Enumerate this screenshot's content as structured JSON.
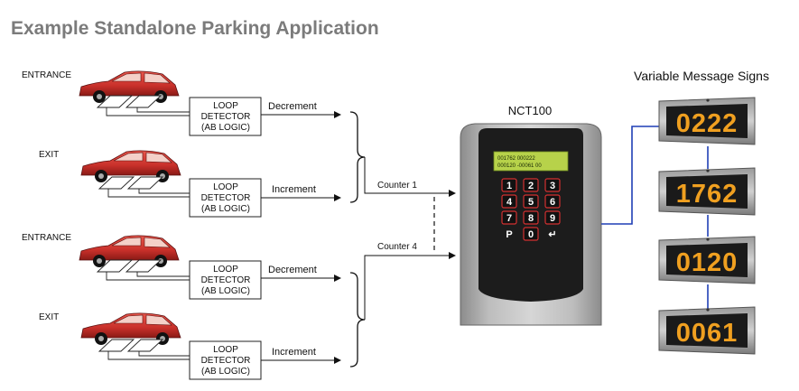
{
  "title": "Example Standalone Parking Application",
  "lanes": [
    {
      "lane_label": "ENTRANCE",
      "detector": [
        "LOOP",
        "DETECTOR",
        "(AB LOGIC)"
      ],
      "action": "Decrement"
    },
    {
      "lane_label": "EXIT",
      "detector": [
        "LOOP",
        "DETECTOR",
        "(AB LOGIC)"
      ],
      "action": "Increment"
    },
    {
      "lane_label": "ENTRANCE",
      "detector": [
        "LOOP",
        "DETECTOR",
        "(AB LOGIC)"
      ],
      "action": "Decrement"
    },
    {
      "lane_label": "EXIT",
      "detector": [
        "LOOP",
        "DETECTOR",
        "(AB LOGIC)"
      ],
      "action": "Increment"
    }
  ],
  "counters": [
    "Counter 1",
    "Counter 4"
  ],
  "controller": {
    "name": "NCT100",
    "display_line1": "001762 000222",
    "display_line2": "000120 -00061 00",
    "keys": [
      "1",
      "2",
      "3",
      "4",
      "5",
      "6",
      "7",
      "8",
      "9",
      "P",
      "0",
      "↵"
    ]
  },
  "signs": {
    "heading": "Variable Message Signs",
    "values": [
      "0222",
      "1762",
      "0120",
      "0061"
    ]
  },
  "colors": {
    "title": "#7b7b7b",
    "car_body": "#c8302a",
    "led": "#f0a020",
    "lcd": "#b7d24a",
    "link": "#1f3fb5",
    "key_border": "#d23030"
  }
}
